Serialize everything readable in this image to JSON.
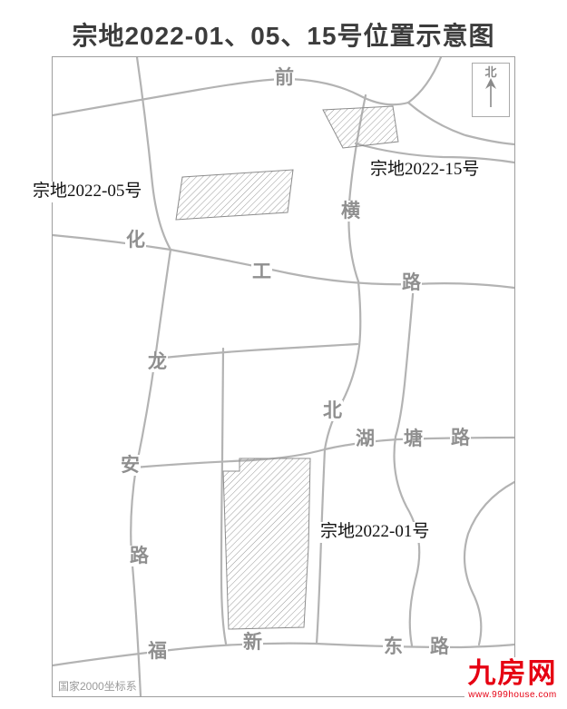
{
  "title": "宗地2022-01、05、15号位置示意图",
  "compass": {
    "label": "北"
  },
  "map": {
    "coordinate_system_note": "国家2000坐标系",
    "parcels": [
      {
        "id": "2022-05",
        "label": "宗地2022-05号"
      },
      {
        "id": "2022-15",
        "label": "宗地2022-15号"
      },
      {
        "id": "2022-01",
        "label": "宗地2022-01号"
      }
    ],
    "road_labels": [
      {
        "name": "qian",
        "char": "前"
      },
      {
        "name": "heng",
        "char": "横"
      },
      {
        "name": "hua",
        "char": "化"
      },
      {
        "name": "gong",
        "char": "工"
      },
      {
        "name": "lu-huagong",
        "char": "路"
      },
      {
        "name": "long",
        "char": "龙"
      },
      {
        "name": "an",
        "char": "安"
      },
      {
        "name": "lu-longan",
        "char": "路"
      },
      {
        "name": "bei",
        "char": "北"
      },
      {
        "name": "hu",
        "char": "湖"
      },
      {
        "name": "tang",
        "char": "塘"
      },
      {
        "name": "lu-hutang",
        "char": "路"
      },
      {
        "name": "fu",
        "char": "福"
      },
      {
        "name": "xin",
        "char": "新"
      },
      {
        "name": "dong",
        "char": "东"
      },
      {
        "name": "lu-fuxindong",
        "char": "路"
      }
    ]
  },
  "branding": {
    "logo_text": "九房网",
    "website": "www.999house.com",
    "logo_color": "#e60012"
  },
  "colors": {
    "road_gray": "#b3b3b3",
    "parcel_hatch_gray": "#9a9a9a",
    "title_gray": "#3c3c3c"
  }
}
